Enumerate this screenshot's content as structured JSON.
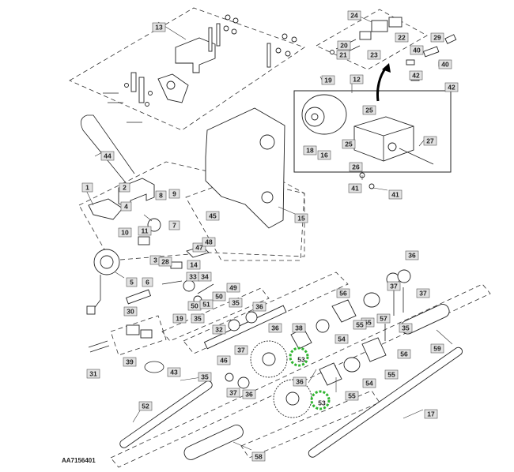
{
  "figure_id": "AA7156401",
  "highlight_color": "#2fb52f",
  "callouts": [
    {
      "key": "c13",
      "text": "13"
    },
    {
      "key": "c24",
      "text": "24"
    },
    {
      "key": "c22",
      "text": "22"
    },
    {
      "key": "c20",
      "text": "20"
    },
    {
      "key": "c21",
      "text": "21"
    },
    {
      "key": "c23",
      "text": "23"
    },
    {
      "key": "c29",
      "text": "29"
    },
    {
      "key": "c40a",
      "text": "40"
    },
    {
      "key": "c40b",
      "text": "40"
    },
    {
      "key": "c42a",
      "text": "42"
    },
    {
      "key": "c42b",
      "text": "42"
    },
    {
      "key": "c19a",
      "text": "19"
    },
    {
      "key": "c12",
      "text": "12"
    },
    {
      "key": "c25a",
      "text": "25"
    },
    {
      "key": "c25b",
      "text": "25"
    },
    {
      "key": "c18",
      "text": "18"
    },
    {
      "key": "c16",
      "text": "16"
    },
    {
      "key": "c26",
      "text": "26"
    },
    {
      "key": "c27",
      "text": "27"
    },
    {
      "key": "c41a",
      "text": "41"
    },
    {
      "key": "c41b",
      "text": "41"
    },
    {
      "key": "c44",
      "text": "44"
    },
    {
      "key": "c1",
      "text": "1"
    },
    {
      "key": "c2",
      "text": "2"
    },
    {
      "key": "c4",
      "text": "4"
    },
    {
      "key": "c8",
      "text": "8"
    },
    {
      "key": "c9",
      "text": "9"
    },
    {
      "key": "c10",
      "text": "10"
    },
    {
      "key": "c11",
      "text": "11"
    },
    {
      "key": "c7",
      "text": "7"
    },
    {
      "key": "c3",
      "text": "3"
    },
    {
      "key": "c28",
      "text": "28"
    },
    {
      "key": "c14",
      "text": "14"
    },
    {
      "key": "c47",
      "text": "47"
    },
    {
      "key": "c48",
      "text": "48"
    },
    {
      "key": "c45",
      "text": "45"
    },
    {
      "key": "c15",
      "text": "15"
    },
    {
      "key": "c5",
      "text": "5"
    },
    {
      "key": "c6",
      "text": "6"
    },
    {
      "key": "c33",
      "text": "33"
    },
    {
      "key": "c34",
      "text": "34"
    },
    {
      "key": "c49",
      "text": "49"
    },
    {
      "key": "c50a",
      "text": "50"
    },
    {
      "key": "c50b",
      "text": "50"
    },
    {
      "key": "c51",
      "text": "51"
    },
    {
      "key": "c30",
      "text": "30"
    },
    {
      "key": "c19b",
      "text": "19"
    },
    {
      "key": "c35a",
      "text": "35"
    },
    {
      "key": "c36a",
      "text": "36"
    },
    {
      "key": "c36b",
      "text": "36"
    },
    {
      "key": "c37a",
      "text": "37"
    },
    {
      "key": "c37b",
      "text": "37"
    },
    {
      "key": "c56a",
      "text": "56"
    },
    {
      "key": "c55a",
      "text": "55"
    },
    {
      "key": "c57",
      "text": "57"
    },
    {
      "key": "c35b",
      "text": "35"
    },
    {
      "key": "c35c",
      "text": "35"
    },
    {
      "key": "c32",
      "text": "32"
    },
    {
      "key": "c38",
      "text": "38"
    },
    {
      "key": "c37c",
      "text": "37"
    },
    {
      "key": "c46",
      "text": "46"
    },
    {
      "key": "c36c",
      "text": "36"
    },
    {
      "key": "c54a",
      "text": "54"
    },
    {
      "key": "c55b",
      "text": "55"
    },
    {
      "key": "c56b",
      "text": "56"
    },
    {
      "key": "c59",
      "text": "59"
    },
    {
      "key": "c31",
      "text": "31"
    },
    {
      "key": "c39",
      "text": "39"
    },
    {
      "key": "c43",
      "text": "43"
    },
    {
      "key": "c53a",
      "text": "53"
    },
    {
      "key": "c35d",
      "text": "35"
    },
    {
      "key": "c37d",
      "text": "37"
    },
    {
      "key": "c36d",
      "text": "36"
    },
    {
      "key": "c36e",
      "text": "36"
    },
    {
      "key": "c54b",
      "text": "54"
    },
    {
      "key": "c55c",
      "text": "55"
    },
    {
      "key": "c55d",
      "text": "55"
    },
    {
      "key": "c53b",
      "text": "53"
    },
    {
      "key": "c52",
      "text": "52"
    },
    {
      "key": "c17",
      "text": "17"
    },
    {
      "key": "c58",
      "text": "58"
    }
  ]
}
